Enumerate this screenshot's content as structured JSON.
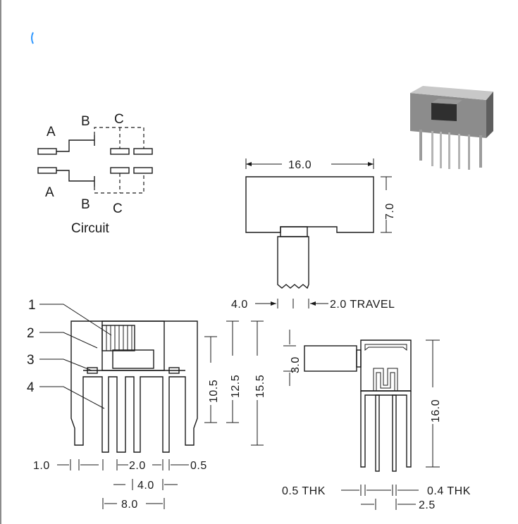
{
  "circuit": {
    "labels_top": [
      "A",
      "B",
      "C"
    ],
    "labels_bottom": [
      "A",
      "B",
      "C"
    ],
    "caption": "Circuit"
  },
  "top_view": {
    "width_label": "16.0",
    "height_label": "7.0",
    "left_label": "4.0",
    "travel_label": "2.0 TRAVEL"
  },
  "front_view": {
    "callouts": [
      "1",
      "2",
      "3",
      "4"
    ],
    "heights": [
      "10.5",
      "12.5",
      "15.5"
    ],
    "bottom_row": [
      "1.0",
      "2.0",
      "0.5"
    ],
    "pitch_label": "4.0",
    "width_label": "8.0"
  },
  "side_view": {
    "actuator_label": "3.0",
    "height_label": "16.0",
    "thk_left": "0.5 THK",
    "thk_right": "0.4 THK",
    "spacing_label": "2.5"
  },
  "photo": {
    "subject": "slide-switch-photo"
  },
  "colors": {
    "line": "#1a1a1a",
    "accent": "#3399ff",
    "background": "#ffffff"
  }
}
